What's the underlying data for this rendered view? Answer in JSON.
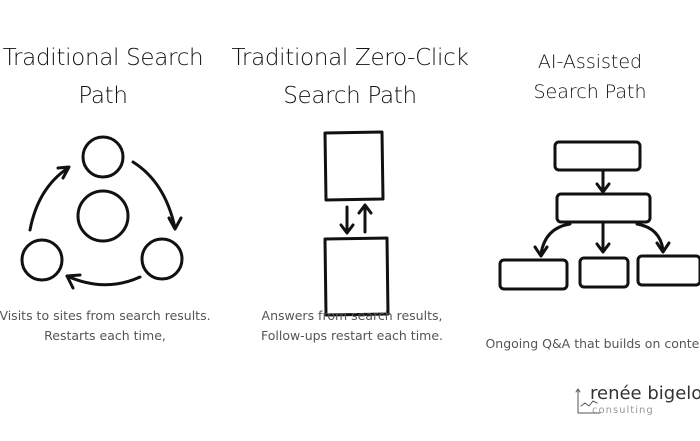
{
  "columns": [
    {
      "title_line1": "Traditional Search",
      "title_line2": "Path",
      "caption_line1": "Visits to sites from search results.",
      "caption_line2": "Restarts each time,"
    },
    {
      "title_line1": "Traditional Zero-Click",
      "title_line2": "Search Path",
      "caption_line1": "Answers from search results,",
      "caption_line2": "Follow-ups restart each time."
    },
    {
      "title_line1": "AI-Assisted",
      "title_line2": "Search Path",
      "caption_line1": "Ongoing Q&A that builds on contex"
    }
  ],
  "logo": {
    "name": "renée bigelo",
    "sub": "consulting"
  }
}
